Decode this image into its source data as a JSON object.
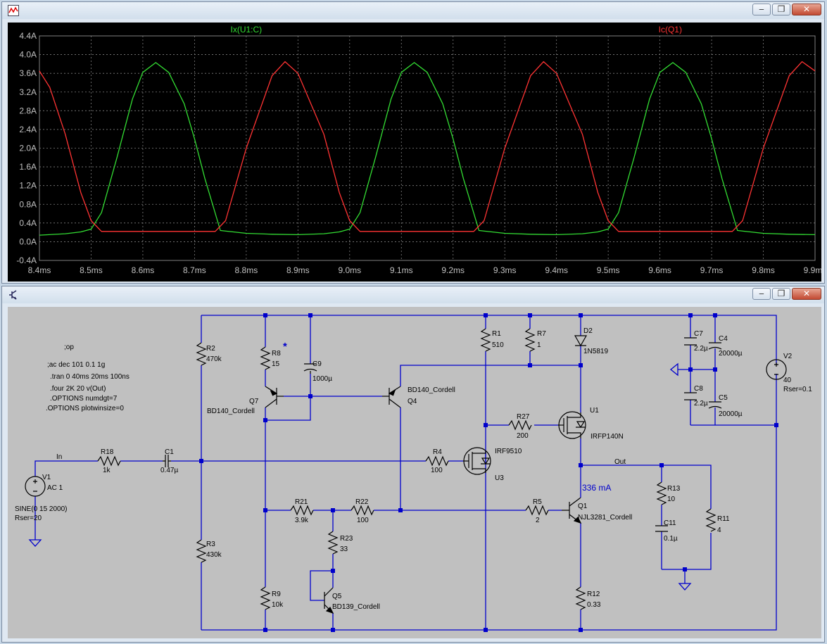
{
  "plot_window": {
    "icon": "waveform-icon",
    "buttons": [
      "minimize-icon",
      "restore-icon",
      "close-icon"
    ],
    "colors": {
      "background": "#000000",
      "grid": "#808080",
      "axis_text": "#c0c0c0"
    }
  },
  "chart_data": {
    "type": "line",
    "title": "",
    "xlabel": "",
    "ylabel": "",
    "xlim": [
      8.4,
      9.9
    ],
    "ylim": [
      -0.4,
      4.4
    ],
    "x_unit": "ms",
    "y_unit": "A",
    "x_ticks": [
      "8.4ms",
      "8.5ms",
      "8.6ms",
      "8.7ms",
      "8.8ms",
      "8.9ms",
      "9.0ms",
      "9.1ms",
      "9.2ms",
      "9.3ms",
      "9.4ms",
      "9.5ms",
      "9.6ms",
      "9.7ms",
      "9.8ms",
      "9.9ms"
    ],
    "y_ticks": [
      "4.4A",
      "4.0A",
      "3.6A",
      "3.2A",
      "2.8A",
      "2.4A",
      "2.0A",
      "1.6A",
      "1.2A",
      "0.8A",
      "0.4A",
      "0.0A",
      "-0.4A"
    ],
    "grid": true,
    "series": [
      {
        "name": "Ix(U1:C)",
        "color": "#33dd33",
        "x": [
          8.4,
          8.45,
          8.48,
          8.5,
          8.52,
          8.55,
          8.58,
          8.6,
          8.625,
          8.65,
          8.68,
          8.7,
          8.72,
          8.75,
          8.8,
          8.85,
          8.9,
          8.95,
          8.98,
          9.0,
          9.02,
          9.05,
          9.08,
          9.1,
          9.125,
          9.15,
          9.18,
          9.2,
          9.22,
          9.25,
          9.3,
          9.35,
          9.4,
          9.45,
          9.48,
          9.5,
          9.52,
          9.55,
          9.58,
          9.6,
          9.625,
          9.65,
          9.68,
          9.7,
          9.72,
          9.75,
          9.8,
          9.85,
          9.9
        ],
        "y": [
          0.14,
          0.17,
          0.21,
          0.27,
          0.62,
          1.8,
          3.05,
          3.62,
          3.83,
          3.62,
          2.95,
          2.2,
          1.35,
          0.24,
          0.18,
          0.16,
          0.15,
          0.17,
          0.21,
          0.27,
          0.62,
          1.8,
          3.05,
          3.62,
          3.83,
          3.62,
          2.95,
          2.2,
          1.35,
          0.24,
          0.18,
          0.16,
          0.15,
          0.17,
          0.21,
          0.27,
          0.62,
          1.8,
          3.05,
          3.62,
          3.83,
          3.62,
          2.95,
          2.2,
          1.35,
          0.24,
          0.18,
          0.16,
          0.15
        ]
      },
      {
        "name": "Ic(Q1)",
        "color": "#ff3333",
        "x": [
          8.4,
          8.42,
          8.45,
          8.48,
          8.5,
          8.52,
          8.6,
          8.7,
          8.74,
          8.76,
          8.8,
          8.85,
          8.875,
          8.9,
          8.95,
          8.98,
          9.0,
          9.02,
          9.1,
          9.2,
          9.24,
          9.26,
          9.3,
          9.35,
          9.375,
          9.4,
          9.45,
          9.48,
          9.5,
          9.52,
          9.6,
          9.7,
          9.74,
          9.76,
          9.8,
          9.85,
          9.875,
          9.9
        ],
        "y": [
          3.65,
          3.3,
          2.3,
          1.05,
          0.45,
          0.22,
          0.22,
          0.22,
          0.22,
          0.45,
          2.0,
          3.55,
          3.85,
          3.6,
          2.3,
          1.05,
          0.45,
          0.22,
          0.22,
          0.22,
          0.22,
          0.45,
          2.0,
          3.55,
          3.85,
          3.6,
          2.3,
          1.05,
          0.45,
          0.22,
          0.22,
          0.22,
          0.22,
          0.45,
          2.0,
          3.55,
          3.85,
          3.65
        ]
      }
    ]
  },
  "schematic_window": {
    "icon": "schematic-icon",
    "buttons": [
      "minimize-icon",
      "restore-icon",
      "close-icon"
    ],
    "colors": {
      "background": "#c0c0c0",
      "wire": "#0000cc",
      "component": "#000000",
      "probe_text": "#0000cc"
    },
    "directives": [
      ";op",
      ";ac dec 101 0.1 1g",
      ".tran 0 40ms 20ms 100ns",
      ".four 2K 20 v(Out)",
      ".OPTIONS numdgt=7",
      ".OPTIONS plotwinsize=0"
    ],
    "probe_current": "336 mA",
    "probe_marker": "*",
    "nets": {
      "in": "In",
      "out": "Out"
    },
    "components": [
      {
        "ref": "R2",
        "value": "470k"
      },
      {
        "ref": "R3",
        "value": "430k"
      },
      {
        "ref": "R8",
        "value": "15"
      },
      {
        "ref": "C9",
        "value": "1000µ"
      },
      {
        "ref": "Q7",
        "value": "BD140_Cordell"
      },
      {
        "ref": "Q4",
        "value": "BD140_Cordell"
      },
      {
        "ref": "R1",
        "value": "510"
      },
      {
        "ref": "R7",
        "value": "1"
      },
      {
        "ref": "D2",
        "value": "1N5819"
      },
      {
        "ref": "C7",
        "value": "2.2µ"
      },
      {
        "ref": "C4",
        "value": "20000µ"
      },
      {
        "ref": "C8",
        "value": "2.2µ"
      },
      {
        "ref": "C5",
        "value": "20000µ"
      },
      {
        "ref": "V2",
        "value": "40",
        "extra": "Rser=0.1"
      },
      {
        "ref": "R27",
        "value": "200"
      },
      {
        "ref": "U1",
        "value": "IRFP140N"
      },
      {
        "ref": "R18",
        "value": "1k"
      },
      {
        "ref": "C1",
        "value": "0.47µ"
      },
      {
        "ref": "R4",
        "value": "100"
      },
      {
        "ref": "U3",
        "value": "IRF9510"
      },
      {
        "ref": "V1",
        "value": "AC 1",
        "extra": "SINE(0 15 2000)",
        "extra2": "Rser=20"
      },
      {
        "ref": "R21",
        "value": "3.9k"
      },
      {
        "ref": "R22",
        "value": "100"
      },
      {
        "ref": "R5",
        "value": "2"
      },
      {
        "ref": "Q1",
        "value": "NJL3281_Cordell"
      },
      {
        "ref": "R13",
        "value": "10"
      },
      {
        "ref": "C11",
        "value": "0.1µ"
      },
      {
        "ref": "R11",
        "value": "4"
      },
      {
        "ref": "R23",
        "value": "33"
      },
      {
        "ref": "Q5",
        "value": "BD139_Cordell"
      },
      {
        "ref": "R9",
        "value": "10k"
      },
      {
        "ref": "R12",
        "value": "0.33"
      }
    ]
  }
}
